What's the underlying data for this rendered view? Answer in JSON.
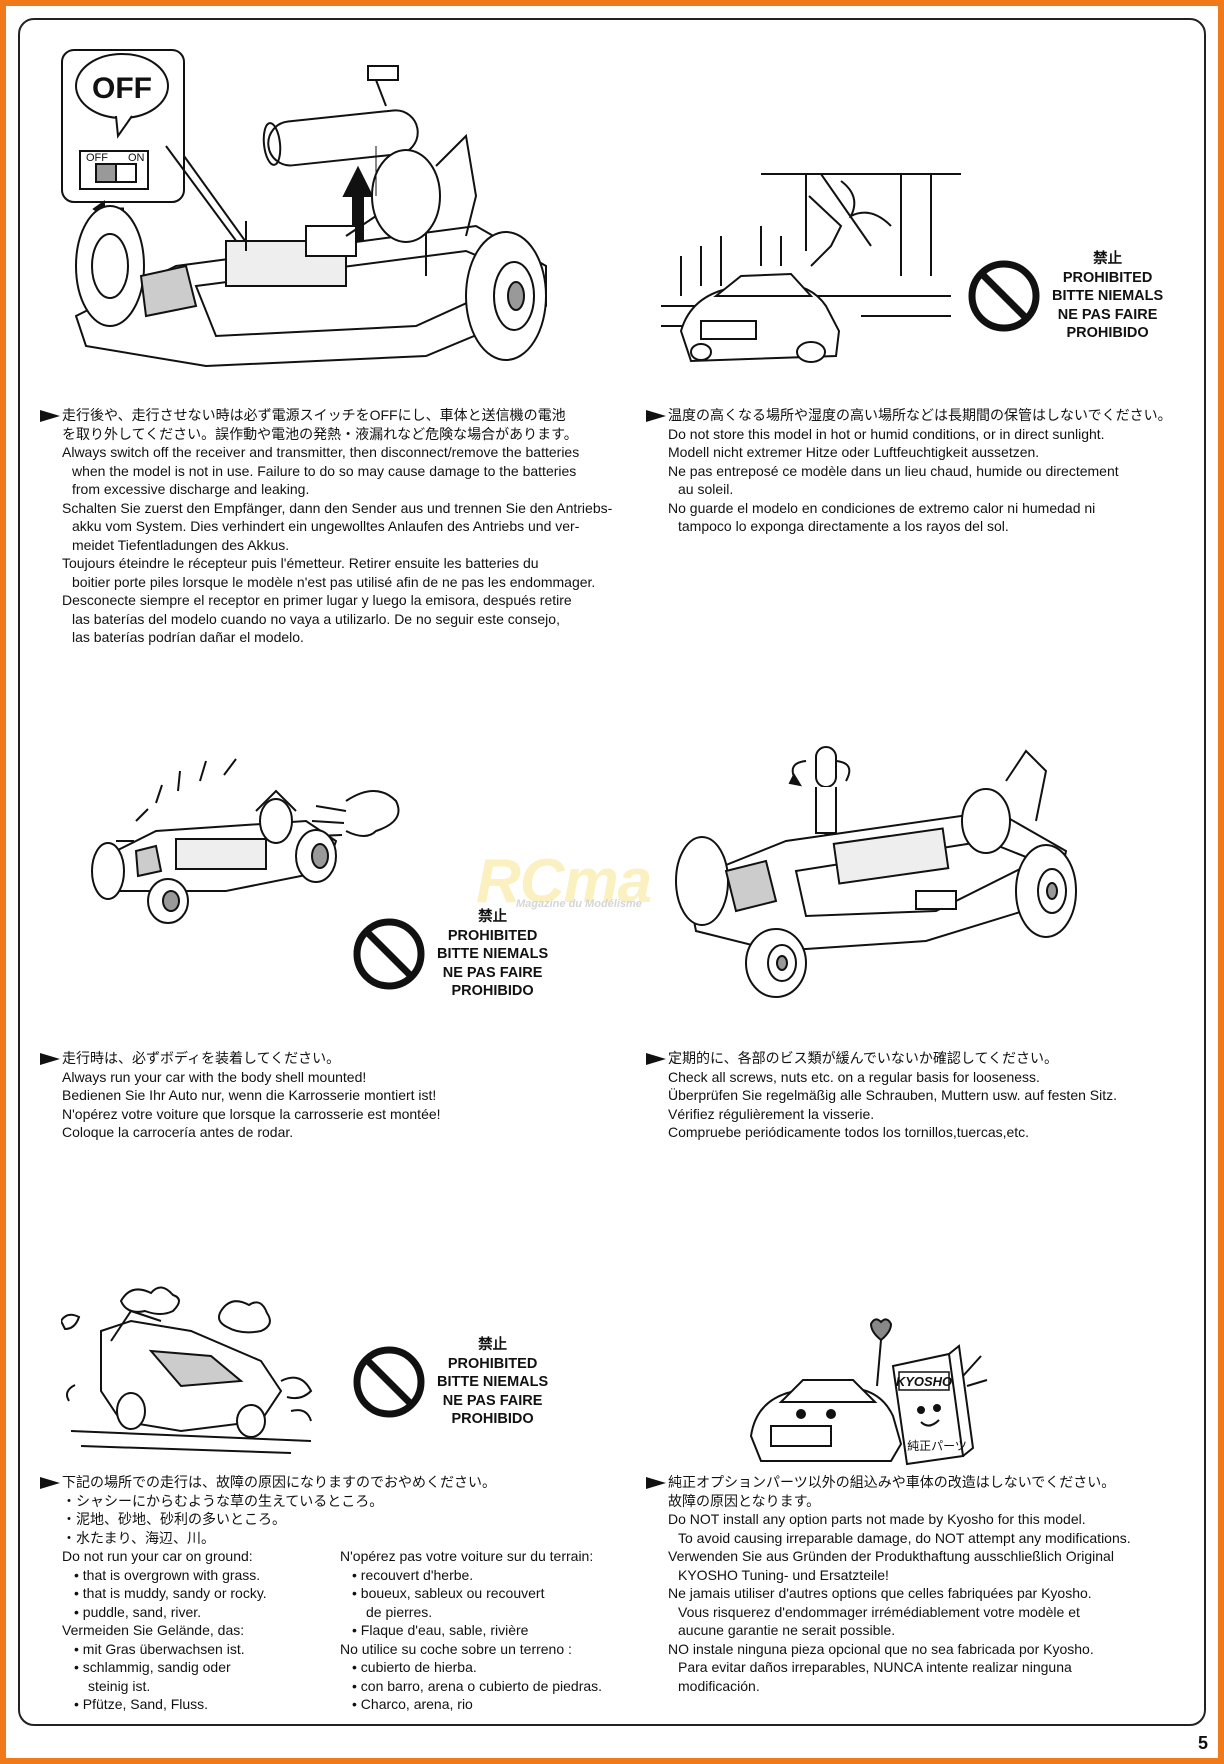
{
  "page_number": "5",
  "watermark": {
    "brand": "RCma",
    "tagline": "Magazine du Modélisme"
  },
  "prohibited": {
    "ja": "禁止",
    "en": "PROHIBITED",
    "de": "BITTE NIEMALS",
    "fr": "NE PAS FAIRE",
    "es": "PROHIBIDO"
  },
  "illus1": {
    "off_big": "OFF",
    "off_label": "OFF",
    "on_label": "ON"
  },
  "illus6": {
    "box_brand": "KYOSHO",
    "box_label": "純正パーツ"
  },
  "sec1": {
    "ja1": "走行後や、走行させない時は必ず電源スイッチをOFFにし、車体と送信機の電池",
    "ja2": "を取り外してください。誤作動や電池の発熱・液漏れなど危険な場合があります。",
    "lines": [
      "Always switch off the receiver and transmitter, then disconnect/remove the batteries",
      "when the model is not in use.  Failure to do so may cause damage to the batteries",
      "from excessive discharge and leaking.",
      "Schalten Sie zuerst den Empfänger, dann den Sender aus und trennen Sie den Antriebs-",
      "akku vom System.  Dies verhindert ein ungewolltes Anlaufen des Antriebs und ver-",
      "meidet Tiefentladungen des Akkus.",
      "Toujours éteindre le récepteur puis l'émetteur.  Retirer ensuite les batteries du",
      "boitier porte piles lorsque le modèle n'est pas utilisé afin de ne pas les endommager.",
      "Desconecte siempre el receptor en primer lugar y luego la emisora, después retire",
      "las baterías del modelo cuando no vaya a utilizarlo. De no seguir este consejo,",
      "las baterías podrían dañar el modelo."
    ]
  },
  "sec2": {
    "ja1": "温度の高くなる場所や湿度の高い場所などは長期間の保管はしないでください。",
    "lines": [
      "Do not store this model in hot or humid conditions, or in direct sunlight.",
      "Modell nicht extremer Hitze oder Luftfeuchtigkeit aussetzen.",
      "Ne pas entreposé ce modèle dans un lieu chaud, humide  ou directement",
      "au soleil.",
      "No guarde el modelo en condiciones de extremo calor ni humedad ni",
      "tampoco lo exponga directamente a los rayos del sol."
    ]
  },
  "sec3": {
    "ja1": "走行時は、必ずボディを装着してください。",
    "lines": [
      "Always run your car with the body shell mounted!",
      "Bedienen Sie Ihr Auto nur, wenn die Karrosserie montiert ist!",
      "N'opérez votre voiture que lorsque la carrosserie est montée!",
      "Coloque la carrocería antes de rodar."
    ]
  },
  "sec4": {
    "ja1": "定期的に、各部のビス類が緩んでいないか確認してください。",
    "lines": [
      "Check all screws, nuts etc. on a regular basis for looseness.",
      "Überprüfen Sie regelmäßig alle Schrauben, Muttern usw. auf festen Sitz.",
      "Vérifiez régulièrement la visserie.",
      "Compruebe periódicamente todos los tornillos,tuercas,etc."
    ]
  },
  "sec5": {
    "ja1": "下記の場所での走行は、故障の原因になりますのでおやめください。",
    "ja_items": [
      "・シャシーにからむような草の生えているところ。",
      "・泥地、砂地、砂利の多いところ。",
      "・水たまり、海辺、川。"
    ],
    "left": [
      "Do not run your car on ground:",
      "• that is overgrown with grass.",
      "• that is muddy, sandy or rocky.",
      "• puddle, sand, river.",
      "Vermeiden Sie Gelände, das:",
      "• mit Gras überwachsen ist.",
      "• schlammig, sandig oder",
      "steinig ist.",
      "• Pfütze, Sand, Fluss."
    ],
    "right": [
      "N'opérez pas votre voiture sur du terrain:",
      "• recouvert d'herbe.",
      "• boueux, sableux ou recouvert",
      "de pierres.",
      "• Flaque d'eau, sable, rivière",
      "No utilice su coche sobre un terreno :",
      "• cubierto de hierba.",
      "• con barro, arena o cubierto de piedras.",
      "• Charco, arena, rio"
    ]
  },
  "sec6": {
    "ja1": "純正オプションパーツ以外の組込みや車体の改造はしないでください。",
    "ja2": "故障の原因となります。",
    "lines": [
      "Do NOT install any option parts not made by Kyosho for this model.",
      "To avoid causing irreparable damage, do NOT attempt any modifications.",
      "Verwenden Sie aus Gründen der Produkthaftung ausschließlich Original",
      "KYOSHO Tuning- und Ersatzteile!",
      "Ne jamais utiliser d'autres options que celles fabriquées par Kyosho.",
      "Vous risquerez d'endommager irrémédiablement votre modèle et",
      "aucune garantie ne serait possible.",
      "NO instale ninguna pieza opcional que no sea fabricada por Kyosho.",
      "Para evitar daños irreparables, NUNCA intente realizar ninguna",
      "modificación."
    ]
  }
}
